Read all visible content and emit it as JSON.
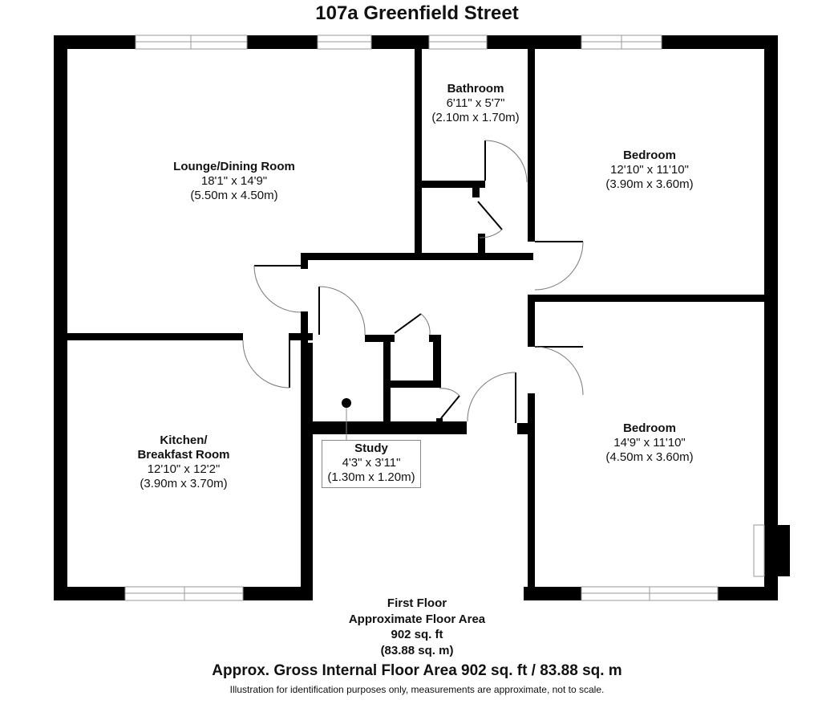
{
  "title": "107a Greenfield Street",
  "rooms": [
    {
      "name": "Lounge/Dining Room",
      "imperial": "18'1\" x 14'9\"",
      "metric": "(5.50m x 4.50m)"
    },
    {
      "name": "Bathroom",
      "imperial": "6'11\" x 5'7\"",
      "metric": "(2.10m x 1.70m)"
    },
    {
      "name": "Bedroom",
      "imperial": "12'10\" x 11'10\"",
      "metric": "(3.90m x 3.60m)"
    },
    {
      "name_line1": "Kitchen/",
      "name_line2": "Breakfast Room",
      "imperial": "12'10\" x 12'2\"",
      "metric": "(3.90m x 3.70m)"
    },
    {
      "name": "Study",
      "imperial": "4'3\" x 3'11\"",
      "metric": "(1.30m x 1.20m)"
    },
    {
      "name": "Bedroom",
      "imperial": "14'9\" x 11'10\"",
      "metric": "(4.50m x 3.60m)"
    }
  ],
  "floor": {
    "name": "First Floor",
    "area_label": "Approximate Floor Area",
    "area_sqft": "902 sq. ft",
    "area_sqm": "(83.88 sq. m)"
  },
  "gross_area": "Approx. Gross Internal Floor Area 902 sq. ft / 83.88 sq. m",
  "disclaimer": "Illustration for identification purposes only, measurements are approximate, not to scale.",
  "colors": {
    "wall": "#000000",
    "window_line": "#999999",
    "door_arc": "#777777",
    "background": "#ffffff"
  }
}
